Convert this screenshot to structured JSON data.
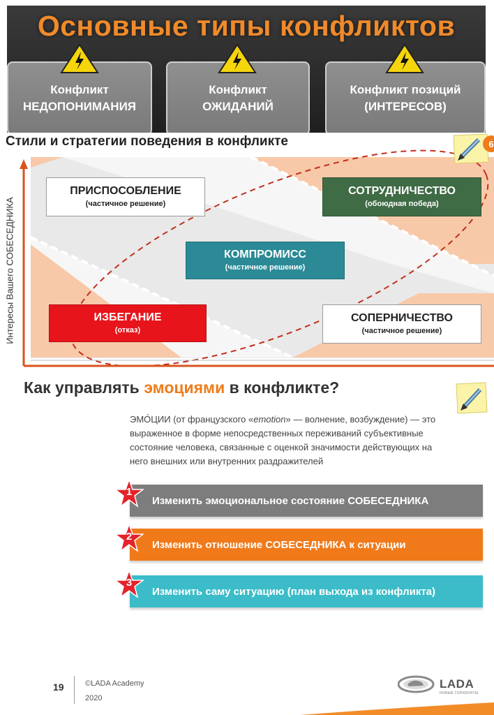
{
  "banner": {
    "title": "Основные типы конфликтов",
    "types": [
      {
        "line1": "Конфликт",
        "line2": "НЕДОПОНИМАНИЯ"
      },
      {
        "line1": "Конфликт",
        "line2": "ОЖИДАНИЙ"
      },
      {
        "line1": "Конфликт позиций",
        "line2": "(ИНТЕРЕСОВ)"
      }
    ]
  },
  "strategies": {
    "title": "Стили и стратегии поведения в конфликте",
    "y_axis_label": "Интересы Вашего СОБЕСЕДНИКА",
    "note_badge": "6",
    "items": [
      {
        "name": "ПРИСПОСОБЛЕНИЕ",
        "sub": "(частичное решение)",
        "color": "#ffffff"
      },
      {
        "name": "СОТРУДНИЧЕСТВО",
        "sub": "(обоюдная победа)",
        "color": "#3f6b45"
      },
      {
        "name": "КОМПРОМИСС",
        "sub": "(частичное решение)",
        "color": "#2b8a96"
      },
      {
        "name": "ИЗБЕГАНИЕ",
        "sub": "(отказ)",
        "color": "#e8141b"
      },
      {
        "name": "СОПЕРНИЧЕСТВО",
        "sub": "(частичное решение)",
        "color": "#ffffff"
      }
    ],
    "colors": {
      "peach": "#f8c9a8",
      "grey": "#e9e9e9",
      "axis": "#d9531e",
      "ellipse": "#c0301f"
    }
  },
  "emotions": {
    "title_before": "Как управлять ",
    "title_highlight": "эмоциями",
    "title_after": " в конфликте?",
    "definition_term": "ЭМО́ЦИИ (от французского «",
    "definition_em": "emotion",
    "definition_rest": "» — волнение, возбуждение) — это выраженное в форме непосредственных переживаний субъективные состояние человека, связанные с оценкой значимости действующих на него внешних или внутренних раздражителей",
    "steps": [
      {
        "num": "1",
        "text": "Изменить эмоциональное состояние СОБЕСЕДНИКА",
        "color": "#7d7d7d"
      },
      {
        "num": "2",
        "text": "Изменить отношение СОБЕСЕДНИКА к ситуации",
        "color": "#f07a1a"
      },
      {
        "num": "3",
        "text": "Изменить саму ситуацию (план выхода из конфликта)",
        "color": "#3bbcc8"
      }
    ],
    "star_color": "#e32329"
  },
  "footer": {
    "page": "19",
    "copyright": "©LADA Academy",
    "year": "2020",
    "brand": "LADA",
    "brand_sub": "НОВЫЕ ГОРИЗОНТЫ"
  }
}
